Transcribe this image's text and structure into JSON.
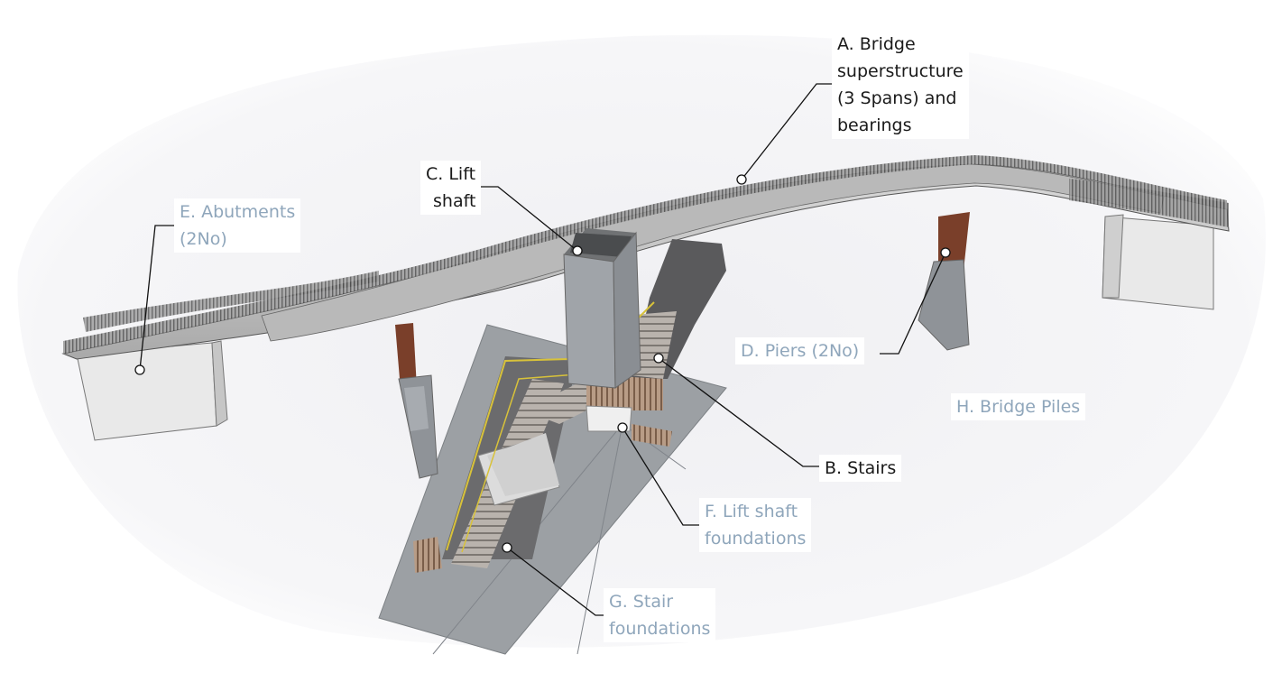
{
  "labels": {
    "A": {
      "lines": [
        "A. Bridge",
        "superstructure",
        "(3 Spans) and",
        "bearings"
      ]
    },
    "B": {
      "lines": [
        "B. Stairs"
      ]
    },
    "C": {
      "lines": [
        "C. Lift",
        "shaft"
      ]
    },
    "D": {
      "lines": [
        "D. Piers (2No)"
      ]
    },
    "E": {
      "lines": [
        "E. Abutments",
        "(2No)"
      ]
    },
    "F": {
      "lines": [
        "F. Lift shaft",
        "foundations"
      ]
    },
    "G": {
      "lines": [
        "G. Stair",
        "foundations"
      ]
    },
    "H": {
      "lines": [
        "H. Bridge Piles"
      ]
    }
  },
  "colors": {
    "label_dark": "#1a1a1a",
    "label_light": "#8fa6bb",
    "deck": "#c8c8c8",
    "pier_steel": "#7a3f2a",
    "concrete": "#9a9ea3",
    "ground": "#9ca0a4",
    "handrail": "#d8c23a"
  }
}
